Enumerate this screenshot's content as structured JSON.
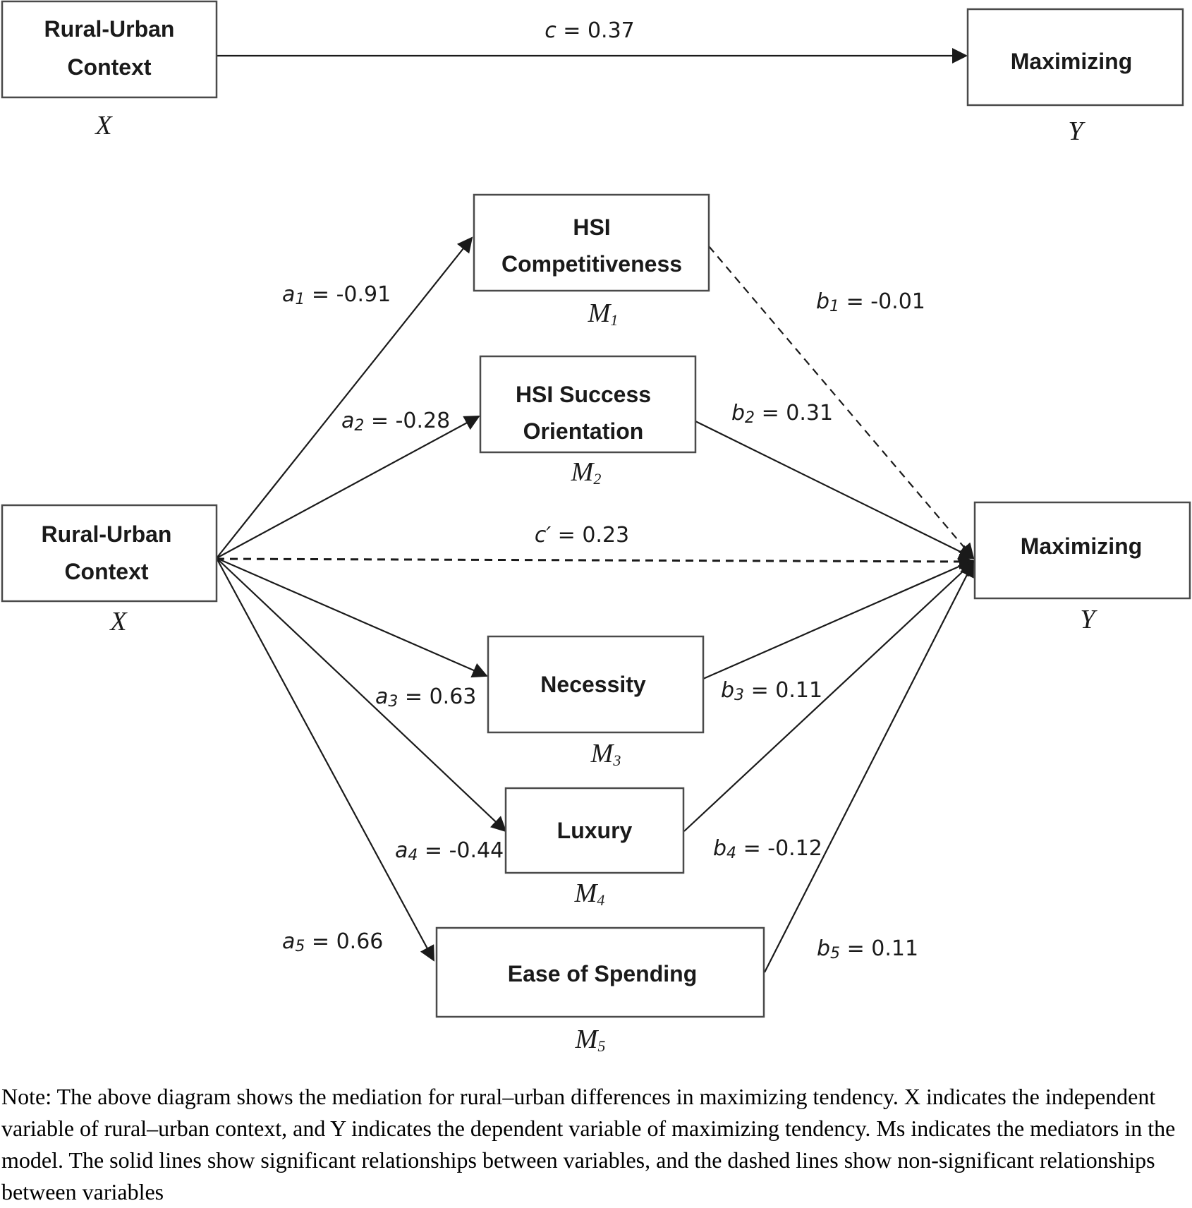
{
  "top_model": {
    "x_box": {
      "line1": "Rural-Urban",
      "line2": "Context",
      "var": "X"
    },
    "y_box": {
      "line1": "Maximizing",
      "var": "Y"
    },
    "c_path": {
      "sym": "c",
      "value": " = 0.37"
    }
  },
  "mediation_model": {
    "x_box": {
      "line1": "Rural-Urban",
      "line2": "Context",
      "var": "X"
    },
    "y_box": {
      "line1": "Maximizing",
      "var": "Y"
    },
    "c_prime_path": {
      "sym": "c′",
      "value": " = 0.23"
    },
    "mediators": [
      {
        "line1": "HSI",
        "line2": "Competitiveness",
        "var": "M",
        "var_sub": "1",
        "a_sym": "a",
        "a_sub": "1",
        "a_value": " = -0.91",
        "b_sym": "b",
        "b_sub": "1",
        "b_value": " = -0.01"
      },
      {
        "line1": "HSI Success",
        "line2": "Orientation",
        "var": "M",
        "var_sub": "2",
        "a_sym": "a",
        "a_sub": "2",
        "a_value": " = -0.28",
        "b_sym": "b",
        "b_sub": "2",
        "b_value": " = 0.31"
      },
      {
        "line1": "Necessity",
        "var": "M",
        "var_sub": "3",
        "a_sym": "a",
        "a_sub": "3",
        "a_value": " = 0.63",
        "b_sym": "b",
        "b_sub": "3",
        "b_value": " = 0.11"
      },
      {
        "line1": "Luxury",
        "var": "M",
        "var_sub": "4",
        "a_sym": "a",
        "a_sub": "4",
        "a_value": " = -0.44",
        "b_sym": "b",
        "b_sub": "4",
        "b_value": " = -0.12"
      },
      {
        "line1": "Ease of Spending",
        "var": "M",
        "var_sub": "5",
        "a_sym": "a",
        "a_sub": "5",
        "a_value": " = 0.66",
        "b_sym": "b",
        "b_sub": "5",
        "b_value": " = 0.11"
      }
    ]
  },
  "note": "Note: The above diagram shows the mediation for rural–urban differences in maximizing tendency. X indicates the independent variable of rural–urban context, and Y indicates the dependent variable of maximizing tendency. Ms indicates the mediators in the model. The solid lines show significant relationships between variables, and the dashed lines show non-significant relationships between variables"
}
